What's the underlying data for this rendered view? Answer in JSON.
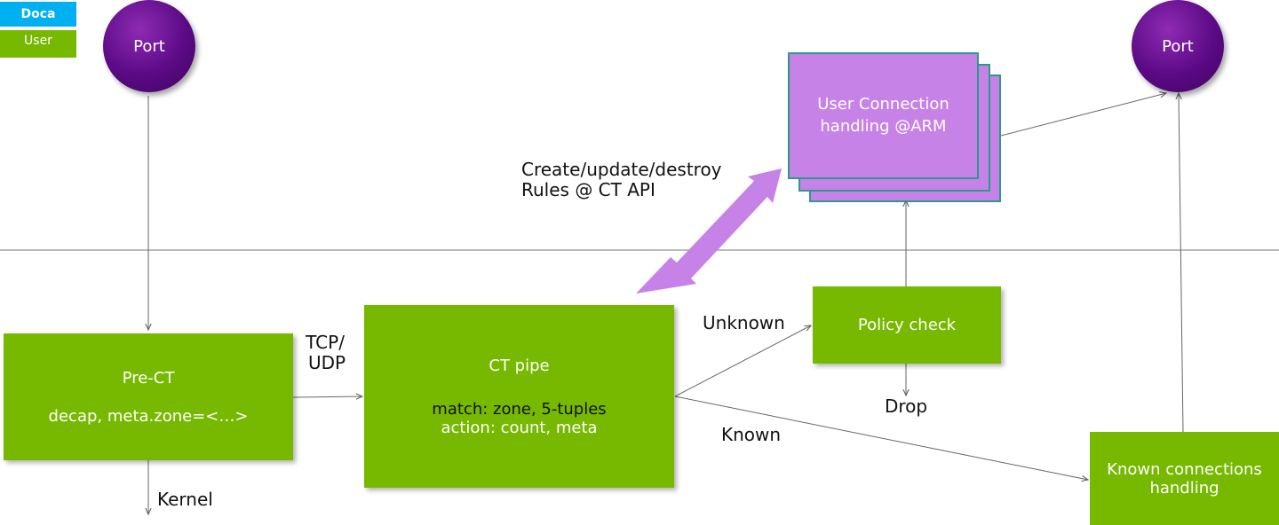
{
  "legend": {
    "doca": "Doca",
    "user": "User"
  },
  "nodes": {
    "port_left": "Port",
    "port_right": "Port",
    "pre_ct": {
      "title": "Pre-CT",
      "detail": "decap, meta.zone=<…>"
    },
    "ct_pipe": {
      "title": "CT pipe",
      "match": "match: zone, 5-tuples",
      "action": "action: count, meta"
    },
    "policy_check": "Policy check",
    "user_connection": {
      "line1": "User Connection",
      "line2": "handling @ARM"
    },
    "known_connections": {
      "line1": "Known connections",
      "line2": "handling"
    }
  },
  "edge_labels": {
    "tcp": "TCP/",
    "udp": "UDP",
    "kernel": "Kernel",
    "unknown": "Unknown",
    "known": "Known",
    "drop": "Drop",
    "ct_api_line1": "Create/update/destroy",
    "ct_api_line2": "Rules @ CT API"
  },
  "colors": {
    "doca": "#00b0f0",
    "user": "#76b900",
    "port": "#5b0a85",
    "user_connection": "#c782e8",
    "arrow_bidirectional": "#c782e8"
  }
}
